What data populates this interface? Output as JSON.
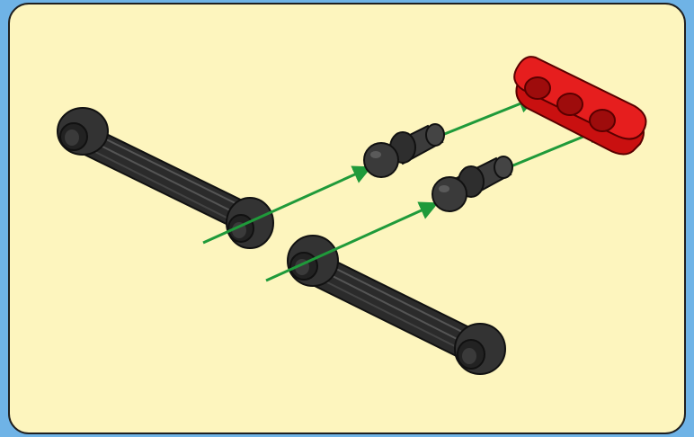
{
  "diagram": {
    "background_color": "#6fb3e6",
    "panel_color": "#fdf5be",
    "panel_border_color": "#1f1f1f",
    "arrow_color": "#1f9a3a",
    "beam_color": "#1f1f1f",
    "liftarm_color": "#e01414",
    "parts": [
      {
        "id": "long-beam-upper",
        "kind": "link-beam",
        "color": "black"
      },
      {
        "id": "long-beam-lower",
        "kind": "link-beam",
        "color": "black"
      },
      {
        "id": "ball-pin-upper",
        "kind": "ball-joint-pin",
        "color": "dark-gray"
      },
      {
        "id": "ball-pin-lower",
        "kind": "ball-joint-pin",
        "color": "dark-gray"
      },
      {
        "id": "liftarm-3",
        "kind": "thick-liftarm-3",
        "color": "red"
      }
    ],
    "assembly_arrows": 2
  }
}
